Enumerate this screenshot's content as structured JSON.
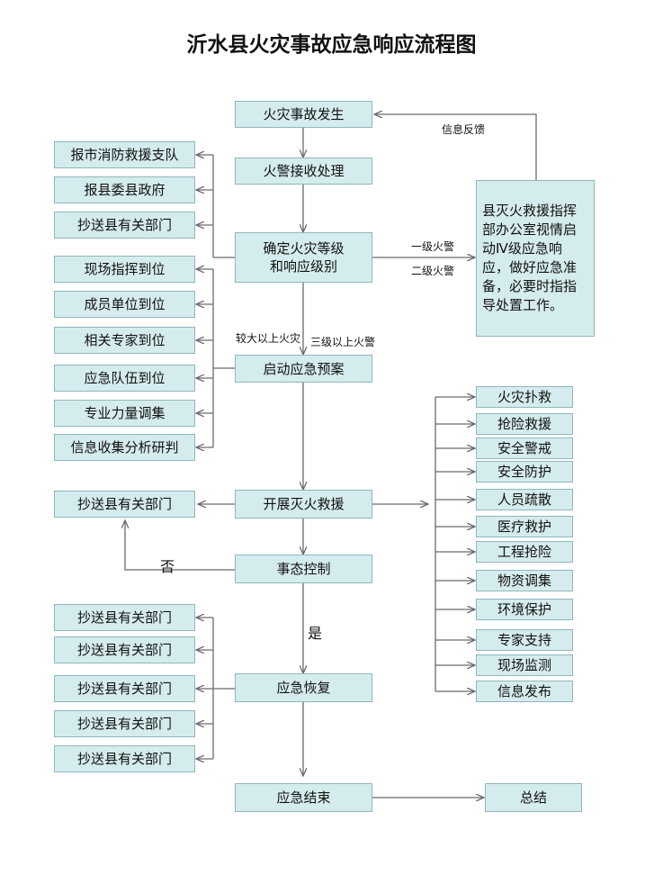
{
  "title": "沂水县火灾事故应急响应流程图",
  "main": {
    "occur": "火灾事故发生",
    "receive": "火警接收处理",
    "determine": "确定火灾等级\n和响应级别",
    "plan": "启动应急预案",
    "rescue": "开展灭火救援",
    "control": "事态控制",
    "recover": "应急恢复",
    "end": "应急结束",
    "summary": "总结"
  },
  "command_box": "县灭火救援指挥部办公室视情启动Ⅳ级应急响应，做好应急准备，必要时指指导处置工作。",
  "labels": {
    "feedback": "信息反馈",
    "level1": "一级火警",
    "level2": "二级火警",
    "larger": "较大以上火灾",
    "level3": "三级以上火警",
    "no": "否",
    "yes": "是"
  },
  "notify_top": [
    "报市消防救援支队",
    "报县委县政府",
    "抄送县有关部门"
  ],
  "arrive": [
    "现场指挥到位",
    "成员单位到位",
    "相关专家到位",
    "应急队伍到位",
    "专业力量调集",
    "信息收集分析研判"
  ],
  "rescue_copy": "抄送县有关部门",
  "actions": [
    "火灾扑救",
    "抢险救援",
    "安全警戒",
    "安全防护",
    "人员疏散",
    "医疗救护",
    "工程抢险",
    "物资调集",
    "环境保护",
    "专家支持",
    "现场监测",
    "信息发布"
  ],
  "recover_copy": [
    "抄送县有关部门",
    "抄送县有关部门",
    "抄送县有关部门",
    "抄送县有关部门",
    "抄送县有关部门"
  ]
}
